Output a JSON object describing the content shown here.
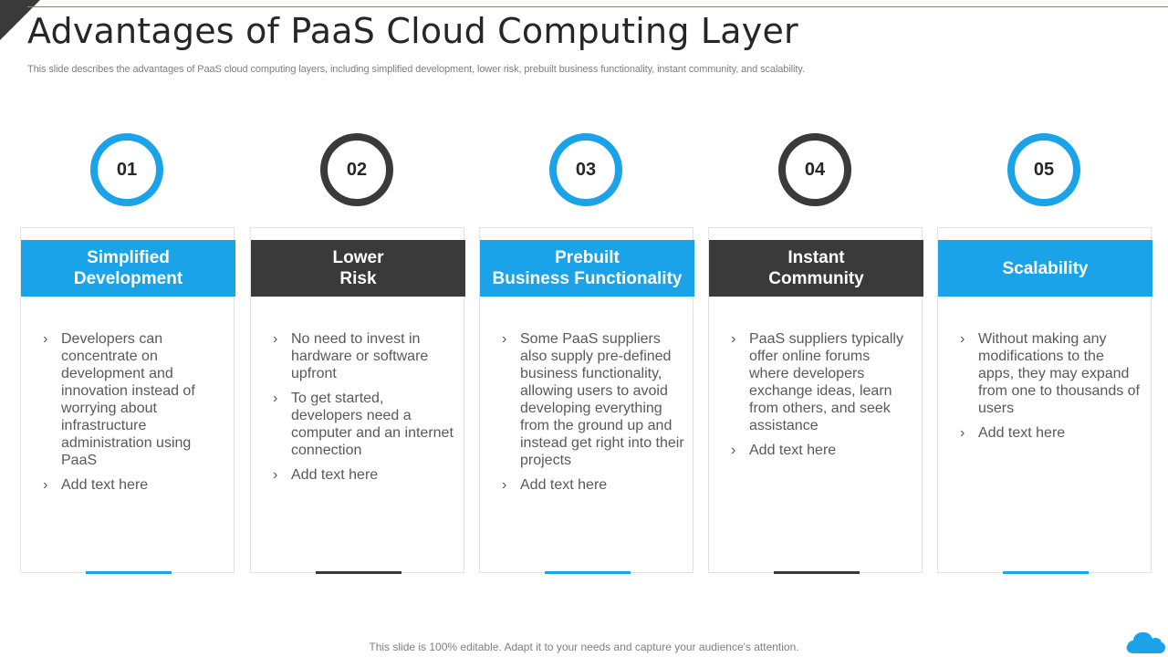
{
  "title": "Advantages of PaaS Cloud Computing Layer",
  "subtitle": "This slide describes the advantages of PaaS cloud computing layers, including simplified development, lower risk, prebuilt business functionality, instant community, and scalability.",
  "colors": {
    "accent": "#1aa3e8",
    "dark": "#3a3a3a"
  },
  "columns": [
    {
      "number": "01",
      "heading_line1": "Simplified",
      "heading_line2": "Development",
      "bullets": [
        "Developers can concentrate on development and innovation instead of worrying about infrastructure administration using PaaS",
        "Add text here"
      ]
    },
    {
      "number": "02",
      "heading_line1": "Lower",
      "heading_line2": "Risk",
      "bullets": [
        "No need to invest in hardware or software upfront",
        "To get started, developers need a computer and an internet connection",
        "Add text here"
      ]
    },
    {
      "number": "03",
      "heading_line1": "Prebuilt",
      "heading_line2": "Business Functionality",
      "bullets": [
        "Some PaaS suppliers also supply pre-defined business functionality,  allowing users to avoid developing everything from the ground up and instead get right into their projects",
        "Add text here"
      ]
    },
    {
      "number": "04",
      "heading_line1": "Instant",
      "heading_line2": "Community",
      "bullets": [
        "PaaS suppliers typically offer online forums where developers exchange ideas, learn from others, and seek assistance",
        "Add text here"
      ]
    },
    {
      "number": "05",
      "heading_line1": "Scalability",
      "heading_line2": "",
      "bullets": [
        "Without making any modifications to the apps, they may expand from one to thousands of users",
        "Add text here"
      ]
    }
  ],
  "footer": "This slide is 100% editable. Adapt it to your needs and capture your audience's attention.",
  "bullet_glyph": "›",
  "icons": {
    "corner": "corner-triangle-icon",
    "cloud": "cloud-icon"
  }
}
